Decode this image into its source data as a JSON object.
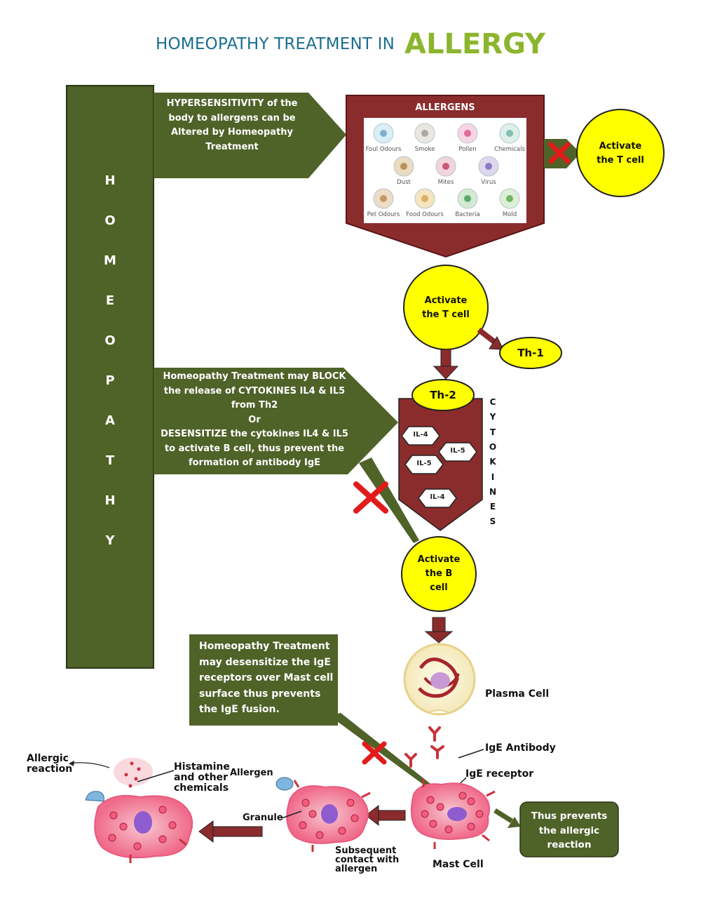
{
  "title": {
    "part1": "HOMEOPATHY TREATMENT IN",
    "part2": "ALLERGY"
  },
  "sidebar": {
    "letters": [
      "H",
      "O",
      "M",
      "E",
      "O",
      "P",
      "A",
      "T",
      "H",
      "Y"
    ]
  },
  "arrow1": {
    "lines": [
      "HYPERSENSITIVITY of the",
      "body to allergens can be",
      "Altered by Homeopathy",
      "Treatment"
    ]
  },
  "arrow2": {
    "lines": [
      "Homeopathy Treatment may BLOCK",
      "the release of CYTOKINES IL4 & IL5",
      "from Th2",
      "Or",
      "DESENSITIZE the cytokines IL4 & IL5",
      "to activate B cell, thus prevent the",
      "formation of antibody IgE"
    ]
  },
  "arrow3": {
    "lines": [
      "Homeopathy Treatment",
      "may desensitize the IgE",
      "receptors over Mast cell",
      "surface thus prevents",
      "the IgE fusion."
    ]
  },
  "allergens": {
    "title": "ALLERGENS",
    "items": [
      {
        "label": "Foul Odours",
        "icon": "fish-icon"
      },
      {
        "label": "Smoke",
        "icon": "cigarette-icon"
      },
      {
        "label": "Pollen",
        "icon": "flower-icon"
      },
      {
        "label": "Chemicals",
        "icon": "flask-icon"
      },
      {
        "label": "Dust",
        "icon": "dust-icon"
      },
      {
        "label": "Mites",
        "icon": "mite-icon"
      },
      {
        "label": "Virus",
        "icon": "virus-icon"
      },
      {
        "label": "Pet Odours",
        "icon": "dog-icon"
      },
      {
        "label": "Food Odours",
        "icon": "bowl-icon"
      },
      {
        "label": "Bacteria",
        "icon": "bacteria-icon"
      },
      {
        "label": "Mold",
        "icon": "mold-icon"
      }
    ]
  },
  "circle_blocked": {
    "line1": "Activate",
    "line2": "the T cell"
  },
  "circle_t": {
    "line1": "Activate",
    "line2": "the T cell"
  },
  "th1": "Th-1",
  "th2": "Th-2",
  "cytokines": {
    "letters": [
      "C",
      "Y",
      "T",
      "O",
      "K",
      "I",
      "N",
      "E",
      "S"
    ],
    "hex": [
      "IL-4",
      "IL-5",
      "IL-5",
      "IL-4"
    ]
  },
  "circle_b": {
    "line1": "Activate",
    "line2": "the B",
    "line3": "cell"
  },
  "bottom": {
    "plasma_cell": "Plasma Cell",
    "ige_antibody": "IgE Antibody",
    "ige_receptor": "IgE receptor",
    "mast_cell": "Mast Cell",
    "prevents": [
      "Thus prevents",
      "the allergic",
      "reaction"
    ],
    "allergic_reaction": [
      "Allergic",
      "reaction"
    ],
    "histamine": [
      "Histamine",
      "and other",
      "chemicals"
    ],
    "allergen": "Allergen",
    "granule": "Granule",
    "subsequent": [
      "Subsequent",
      "contact with",
      "allergen"
    ]
  },
  "colors": {
    "green": "#4f6228",
    "maroon": "#8b2c2c",
    "yellow": "#ffff00",
    "red_x": "#e21b1b",
    "title_blue": "#1a6e8f",
    "title_green": "#8cb52e"
  }
}
